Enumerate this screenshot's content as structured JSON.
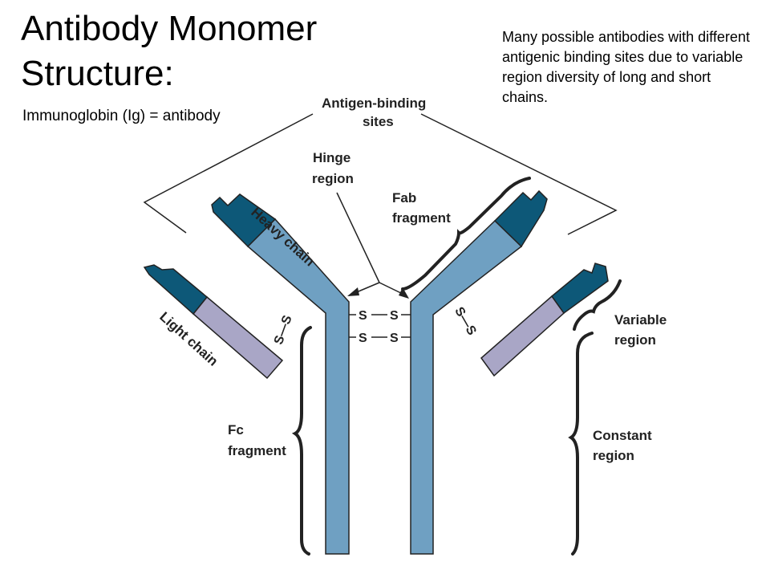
{
  "title": "Antibody Monomer Structure:",
  "subtitle": "Immunoglobin (Ig) = antibody",
  "note": "Many possible antibodies with different antigenic binding sites due to variable region diversity of long and short chains.",
  "labels": {
    "antigen_binding_1": "Antigen-binding",
    "antigen_binding_2": "sites",
    "hinge_1": "Hinge",
    "hinge_2": "region",
    "fab_1": "Fab",
    "fab_2": "fragment",
    "heavy_chain": "Heavy chain",
    "light_chain": "Light chain",
    "variable_1": "Variable",
    "variable_2": "region",
    "constant_1": "Constant",
    "constant_2": "region",
    "fc_1": "Fc",
    "fc_2": "fragment",
    "disulfide": "S",
    "disulfide_bond": "S—S"
  },
  "colors": {
    "heavy_constant": "#6fa0c2",
    "variable_dark": "#0d5878",
    "light_constant": "#a9a6c6",
    "outline": "#222222"
  }
}
